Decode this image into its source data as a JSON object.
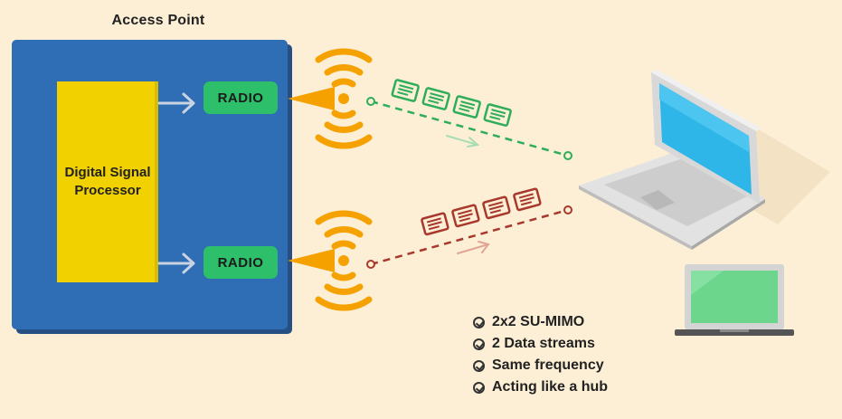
{
  "access_point": {
    "title": "Access Point",
    "processor_label": "Digital Signal Processor",
    "radios": [
      {
        "label": "RADIO"
      },
      {
        "label": "RADIO"
      }
    ]
  },
  "streams": [
    {
      "color": "#2ead5a",
      "packet_count": 4
    },
    {
      "color": "#a8382c",
      "packet_count": 4
    }
  ],
  "features": [
    {
      "text": "2x2 SU-MIMO"
    },
    {
      "text": "2 Data streams"
    },
    {
      "text": "Same frequency"
    },
    {
      "text": "Acting like a hub"
    }
  ],
  "colors": {
    "background": "#fcefd5",
    "access_point": "#2f6db5",
    "processor": "#f1d100",
    "radio": "#2dbf6a",
    "antenna_waves": "#f5a100",
    "laptop_screen": "#2fb6e8",
    "small_laptop_screen": "#6cd68c"
  }
}
